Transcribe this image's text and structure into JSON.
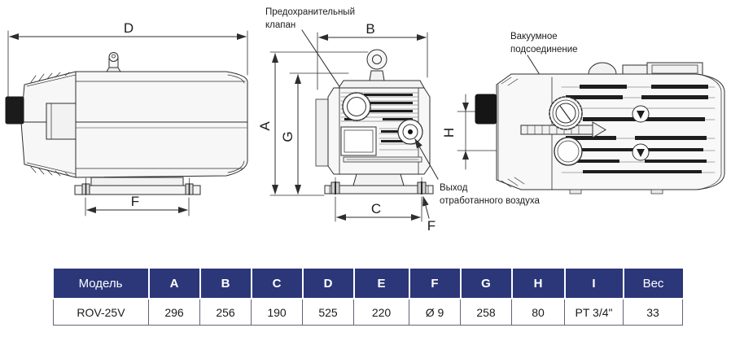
{
  "drawing": {
    "dim_labels": {
      "D": "D",
      "F_side": "F",
      "B": "B",
      "A": "A",
      "G": "G",
      "C": "C",
      "F_front": "F",
      "H": "H"
    },
    "annotations": {
      "safety_valve_1": "Предохранительный",
      "safety_valve_2": "клапан",
      "vacuum_1": "Вакуумное",
      "vacuum_2": "подсоединение",
      "exhaust_1": "Выход",
      "exhaust_2": "отработанного воздуха"
    }
  },
  "table": {
    "headers": [
      "Модель",
      "A",
      "B",
      "C",
      "D",
      "E",
      "F",
      "G",
      "H",
      "I",
      "Вес"
    ],
    "rows": [
      [
        "ROV-25V",
        "296",
        "256",
        "190",
        "525",
        "220",
        "Ø 9",
        "258",
        "80",
        "PT 3/4\"",
        "33"
      ]
    ]
  },
  "colors": {
    "table_header_bg": "#2b3778",
    "table_header_text": "#ffffff",
    "table_border": "#62627a",
    "drawing_line": "#2d2d2d"
  }
}
